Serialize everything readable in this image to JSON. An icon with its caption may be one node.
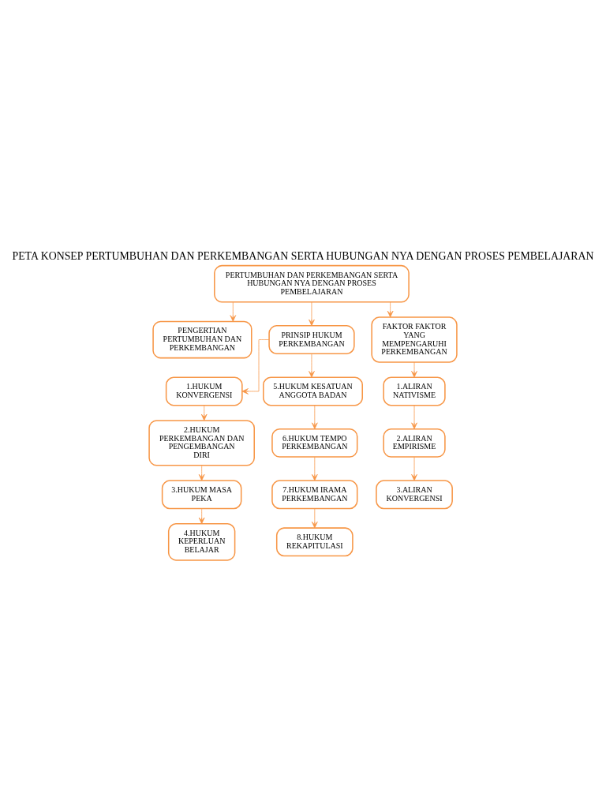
{
  "diagram": {
    "title": "PETA KONSEP PERTUMBUHAN DAN PERKEMBANGAN SERTA HUBUNGAN NYA DENGAN PROSES PEMBELAJARAN",
    "nodes": [
      {
        "text": [
          "PERTUMBUHAN DAN PERKEMBANGAN SERTA HUBUNGAN NYA DENGAN PROSES PEMBELAJARAN"
        ]
      },
      {
        "text": [
          "PENGERTIAN PERTUMBUHAN DAN PERKEMBANGAN"
        ]
      },
      {
        "text": [
          "PRINSIP HUKUM PERKEMBANGAN"
        ]
      },
      {
        "text": [
          "FAKTOR FAKTOR YANG MEMPENGARUHI PERKEMBANGAN"
        ]
      },
      {
        "text": [
          "1.HUKUM KONVERGENSI"
        ]
      },
      {
        "text": [
          "5.HUKUM KESATUAN ANGGOTA BADAN"
        ]
      },
      {
        "text": [
          "2.HUKUM PERKEMBANGAN DAN PENGEMBANGAN DIRI"
        ]
      },
      {
        "text": [
          "6.HUKUM TEMPO PERKEMBANGAN"
        ]
      },
      {
        "text": [
          "1.ALIRAN NATIVISME"
        ]
      },
      {
        "text": [
          "3.HUKUM MASA PEKA"
        ]
      },
      {
        "text": [
          "7.HUKUM IRAMA PERKEMBANGAN"
        ]
      },
      {
        "text": [
          "2.ALIRAN EMPIRISME"
        ]
      },
      {
        "text": [
          "4.HUKUM KEPERLUAN BELAJAR"
        ]
      },
      {
        "text": [
          "8.HUKUM REKAPITULASI"
        ]
      },
      {
        "text": [
          "3.ALIRAN KONVERGENSI"
        ]
      }
    ],
    "edges": [
      {
        "from": 0,
        "to": 1,
        "arrow": "to"
      },
      {
        "from": 0,
        "to": 2,
        "arrow": "to"
      },
      {
        "from": 0,
        "to": 3,
        "arrow": "to"
      },
      {
        "from": 2,
        "to": 4,
        "arrow": "to"
      },
      {
        "from": 2,
        "to": 5,
        "arrow": "to"
      },
      {
        "from": 4,
        "to": 6,
        "arrow": "to"
      },
      {
        "from": 6,
        "to": 9,
        "arrow": "to"
      },
      {
        "from": 9,
        "to": 12,
        "arrow": "to"
      },
      {
        "from": 5,
        "to": 7,
        "arrow": "to"
      },
      {
        "from": 7,
        "to": 10,
        "arrow": "to"
      },
      {
        "from": 10,
        "to": 13,
        "arrow": "to"
      },
      {
        "from": 3,
        "to": 8,
        "arrow": "to"
      },
      {
        "from": 8,
        "to": 11,
        "arrow": "to"
      },
      {
        "from": 11,
        "to": 14,
        "arrow": "to"
      }
    ]
  }
}
